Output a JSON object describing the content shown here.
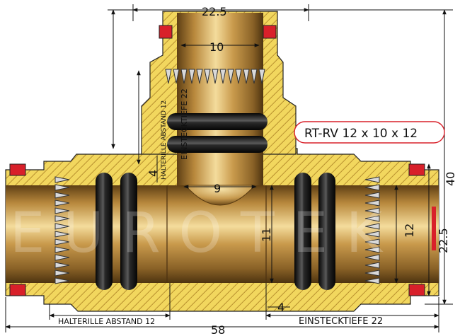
{
  "product_code": "RT-RV 12 x 10 x 12",
  "watermark": "EUROTEK",
  "colors": {
    "brass_light": "#e8c77a",
    "brass_dark": "#6b4a1c",
    "body_yellow": "#f1d55c",
    "hatch": "#b48a2a",
    "seal_red": "#d8202a",
    "oring_black": "#141414",
    "code_outline": "#d8202a"
  },
  "dimensions": {
    "top_width": "22.5",
    "top_inner": "10",
    "top_bore": "9",
    "height_total": "40",
    "side_outer": "22.5",
    "side_inner": "12",
    "main_bore": "11",
    "wall_top": "4",
    "wall_bottom": "4",
    "length_total": "58",
    "einstecktiefe_top": "EINSTECKTIEFE 22",
    "halterille_top": "HALTERILLE ABSTAND 12",
    "halterille_bottom": "HALTERILLE ABSTAND 12",
    "einstecktiefe_bottom": "EINSTECKTIEFE 22"
  }
}
